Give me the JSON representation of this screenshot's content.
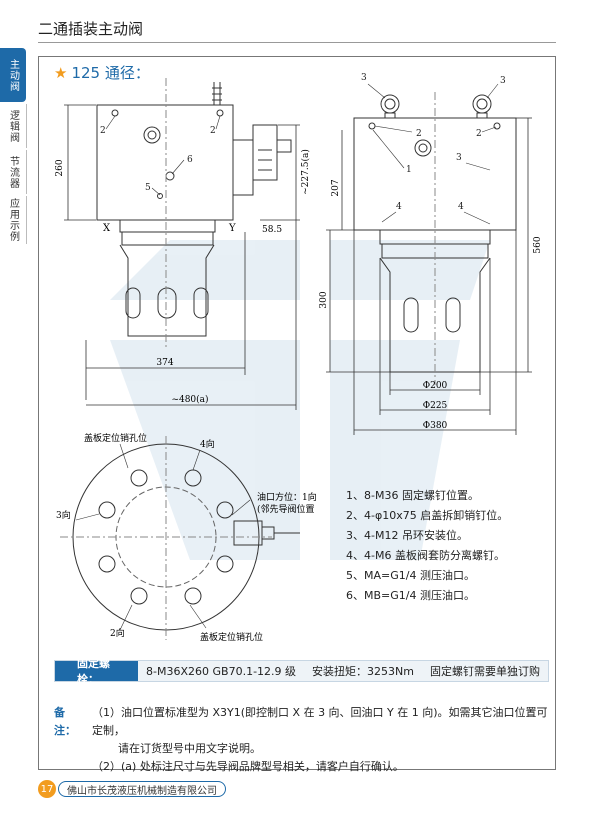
{
  "page_title": "二通插装主动阀",
  "side_tabs": [
    "主动阀",
    "逻辑阀",
    "节流器",
    "应用示例"
  ],
  "section_title": "125 通径：",
  "drawing": {
    "front": {
      "balloons": [
        "2",
        "2",
        "6",
        "5"
      ],
      "port_x": "X",
      "port_y": "Y",
      "dim_260": "260",
      "dim_227": "~227.5(a)",
      "dim_58": "58.5",
      "dim_374": "374",
      "dim_480": "~480(a)"
    },
    "side": {
      "balloons": [
        "3",
        "3",
        "2",
        "2",
        "1",
        "3",
        "4",
        "4"
      ],
      "dim_207": "207",
      "dim_300": "300",
      "dim_560": "560",
      "dim_200": "Φ200",
      "dim_225": "Φ225",
      "dim_380": "Φ380"
    },
    "top": {
      "label_pin_top": "盖板定位销孔位",
      "label_4": "4向",
      "label_3": "3向",
      "label_2": "2向",
      "label_port": "油口方位：1向",
      "label_port2": "(邻先导阀位置",
      "label_pin_bottom": "盖板定位销孔位"
    }
  },
  "legend": [
    "1、8-M36 固定螺钉位置。",
    "2、4-φ10x75 启盖拆卸销钉位。",
    "3、4-M12 吊环安装位。",
    "4、4-M6 盖板阀套防分离螺钉。",
    "5、MA=G1/4 测压油口。",
    "6、MB=G1/4 测压油口。"
  ],
  "spec": {
    "label": "固定螺栓：",
    "bolt": "8-M36X260  GB70.1-12.9 级",
    "torque": "安装扭矩：3253Nm",
    "order": "固定螺钉需要单独订购"
  },
  "notes": {
    "title": "备注：",
    "line1": "（1）油口位置标准型为 X3Y1(即控制口 X 在 3 向、回油口 Y 在 1 向)。如需其它油口位置可定制，",
    "line2": "请在订货型号中用文字说明。",
    "line3": "（2）(a) 处标注尺寸与先导阀品牌型号相关，请客户自行确认。"
  },
  "footer": {
    "page_number": "17",
    "company": "佛山市长茂液压机械制造有限公司"
  },
  "colors": {
    "accent": "#1e6aa8",
    "star": "#f29c1f"
  }
}
